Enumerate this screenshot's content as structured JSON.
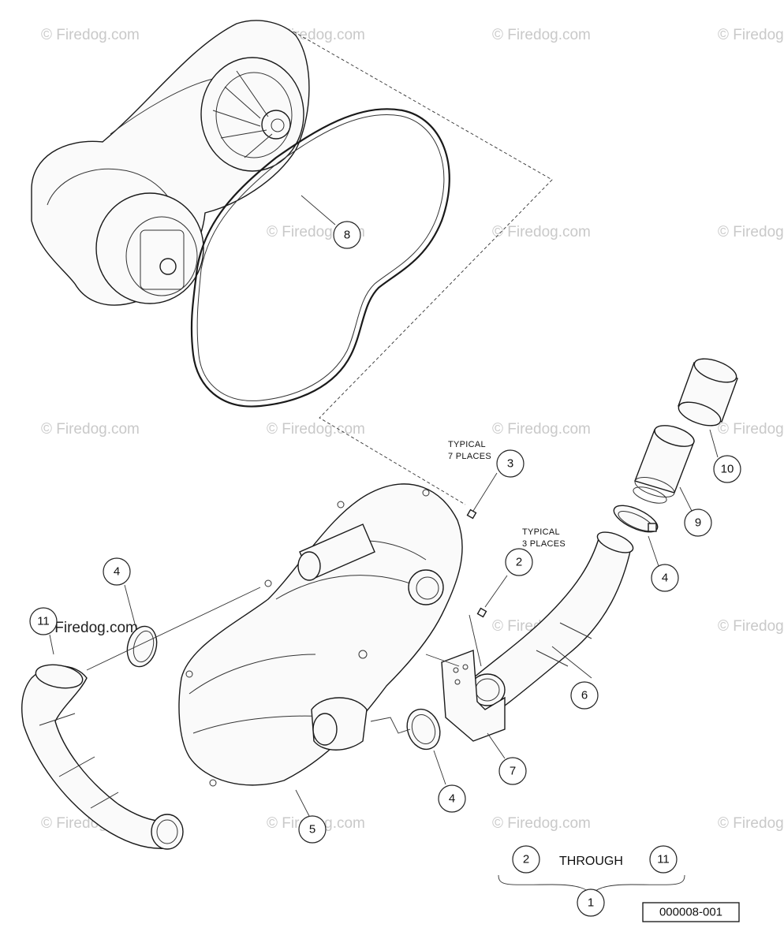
{
  "watermark_text": "© Firedog.com",
  "callouts": [
    {
      "id": "c8",
      "label": "8"
    },
    {
      "id": "c3",
      "label": "3"
    },
    {
      "id": "c10",
      "label": "10"
    },
    {
      "id": "c9",
      "label": "9"
    },
    {
      "id": "c2",
      "label": "2"
    },
    {
      "id": "c4a",
      "label": "4"
    },
    {
      "id": "c4b",
      "label": "4"
    },
    {
      "id": "c4c",
      "label": "4"
    },
    {
      "id": "c11",
      "label": "11"
    },
    {
      "id": "c6",
      "label": "6"
    },
    {
      "id": "c7",
      "label": "7"
    },
    {
      "id": "c5",
      "label": "5"
    },
    {
      "id": "c2b",
      "label": "2"
    },
    {
      "id": "c11b",
      "label": "11"
    },
    {
      "id": "c1",
      "label": "1"
    }
  ],
  "notes": {
    "typical7_line1": "TYPICAL",
    "typical7_line2": "7 PLACES",
    "typical3_line1": "TYPICAL",
    "typical3_line2": "3 PLACES",
    "through": "THROUGH"
  },
  "part_number": "000008-001"
}
